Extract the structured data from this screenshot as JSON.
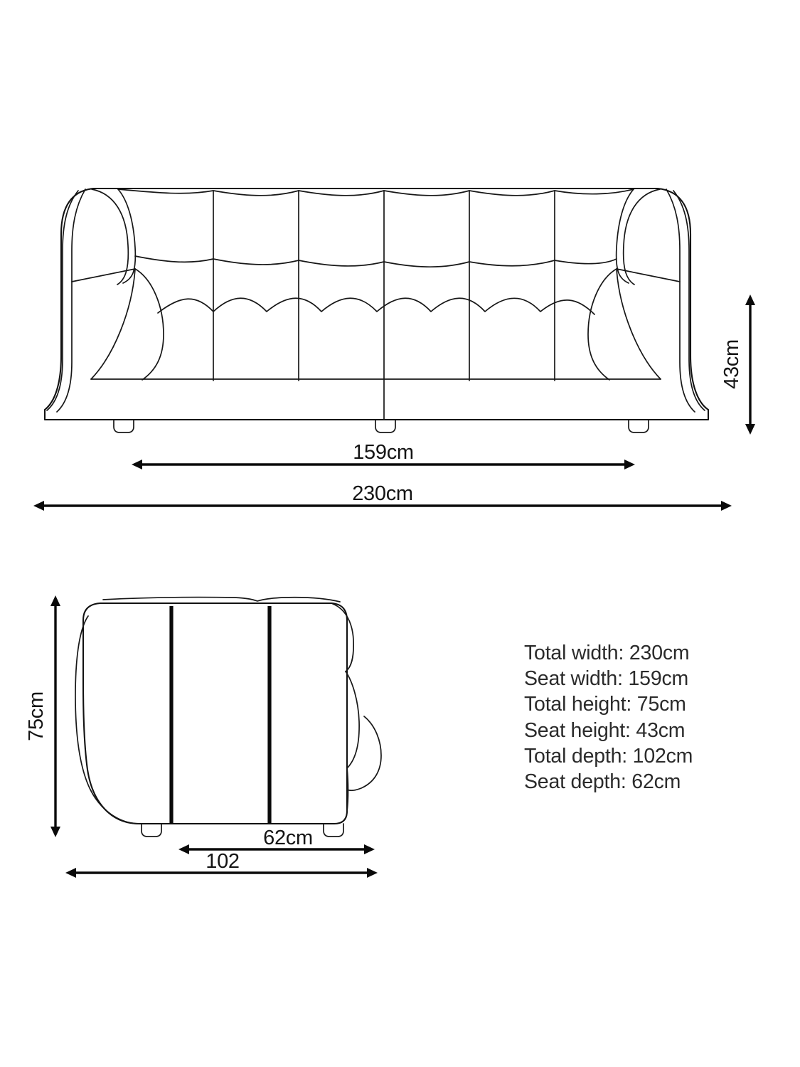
{
  "document": {
    "type": "product-dimension-diagram",
    "subject": "3-seater tufted sofa",
    "background_color": "#ffffff",
    "line_color": "#121212"
  },
  "front_view": {
    "name": "front elevation",
    "dimensions": {
      "seat_width": {
        "label": "159cm",
        "value": 159,
        "unit": "cm"
      },
      "total_width": {
        "label": "230cm",
        "value": 230,
        "unit": "cm"
      },
      "seat_height": {
        "label": "43cm",
        "value": 43,
        "unit": "cm",
        "orientation": "vertical"
      }
    },
    "panel_count": 6,
    "feet_count": 3
  },
  "side_view": {
    "name": "side elevation",
    "dimensions": {
      "total_height": {
        "label": "75cm",
        "value": 75,
        "unit": "cm",
        "orientation": "vertical"
      },
      "seat_depth": {
        "label": "62cm",
        "value": 62,
        "unit": "cm"
      },
      "total_depth": {
        "label": "102",
        "value": 102,
        "unit": ""
      }
    },
    "feet_count": 2
  },
  "specifications": {
    "title": "",
    "lines": [
      "Total width: 230cm",
      "Seat width: 159cm",
      "Total height: 75cm",
      "Seat height: 43cm",
      "Total depth: 102cm",
      "Seat depth: 62cm"
    ]
  },
  "chart_data": {
    "type": "table",
    "title": "Sofa dimensions",
    "categories": [
      "Total width",
      "Seat width",
      "Total height",
      "Seat height",
      "Total depth",
      "Seat depth"
    ],
    "values": [
      230,
      159,
      75,
      43,
      102,
      62
    ],
    "unit": "cm",
    "xlabel": "",
    "ylabel": "",
    "annotations": [
      {
        "view": "front",
        "label": "159cm",
        "value": 159,
        "axis": "horizontal"
      },
      {
        "view": "front",
        "label": "230cm",
        "value": 230,
        "axis": "horizontal"
      },
      {
        "view": "front",
        "label": "43cm",
        "value": 43,
        "axis": "vertical"
      },
      {
        "view": "side",
        "label": "75cm",
        "value": 75,
        "axis": "vertical"
      },
      {
        "view": "side",
        "label": "62cm",
        "value": 62,
        "axis": "horizontal"
      },
      {
        "view": "side",
        "label": "102",
        "value": 102,
        "axis": "horizontal"
      }
    ]
  }
}
